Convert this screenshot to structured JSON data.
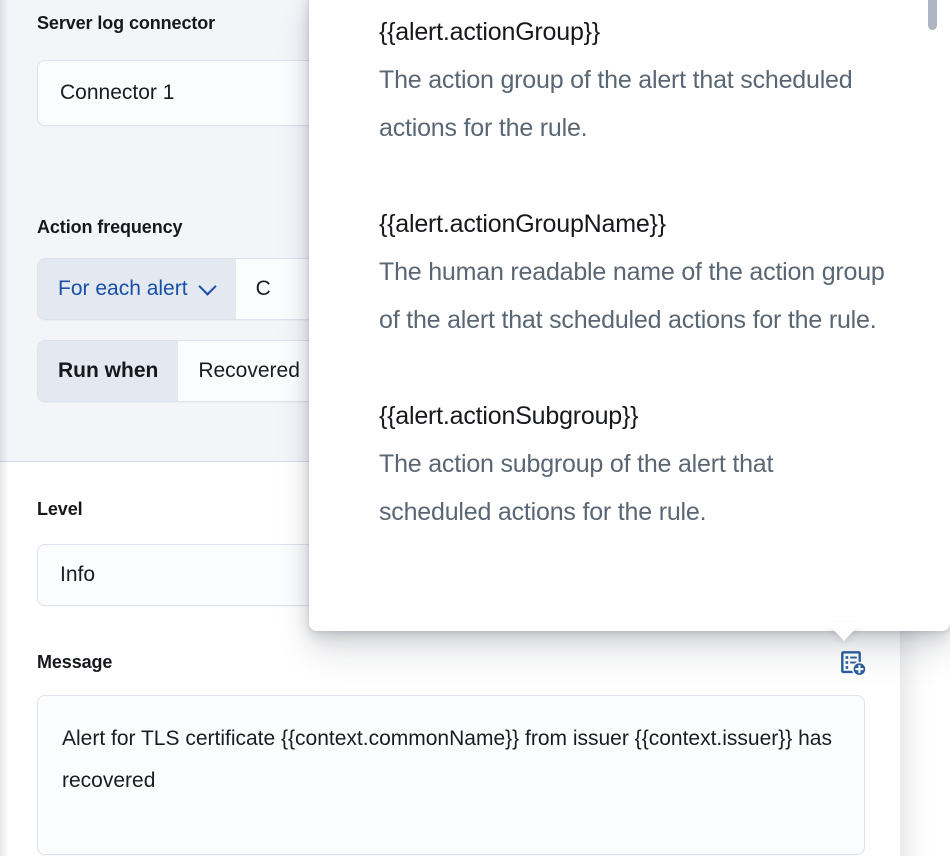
{
  "flyout": {
    "action_panel": {
      "connector": {
        "label": "Server log connector",
        "value": "Connector 1"
      },
      "action_frequency": {
        "label": "Action frequency",
        "frequency_select_value": "For each alert",
        "frequency_input_value": "C",
        "run_when_label": "Run when",
        "run_when_value": "Recovered"
      }
    },
    "params_panel": {
      "level": {
        "label": "Level",
        "value": "Info"
      },
      "message": {
        "label": "Message",
        "add_variable_icon": "add-variable-icon",
        "value": "Alert for TLS certificate {{context.commonName}} from issuer {{context.issuer}} has recovered"
      }
    }
  },
  "popover": {
    "variables": [
      {
        "name": "{{alert.actionGroup}}",
        "description": "The action group of the alert that scheduled actions for the rule."
      },
      {
        "name": "{{alert.actionGroupName}}",
        "description": "The human readable name of the action group of the alert that scheduled actions for the rule."
      },
      {
        "name": "{{alert.actionSubgroup}}",
        "description": "The action subgroup of the alert that scheduled actions for the rule."
      }
    ]
  },
  "colors": {
    "accent_blue": "#1750A5",
    "icon_blue": "#2A5E9E",
    "panel_grey": "#F4F5F9",
    "text_primary": "#16181D",
    "text_subdued": "#5A6673",
    "border": "#DDE2EC"
  }
}
